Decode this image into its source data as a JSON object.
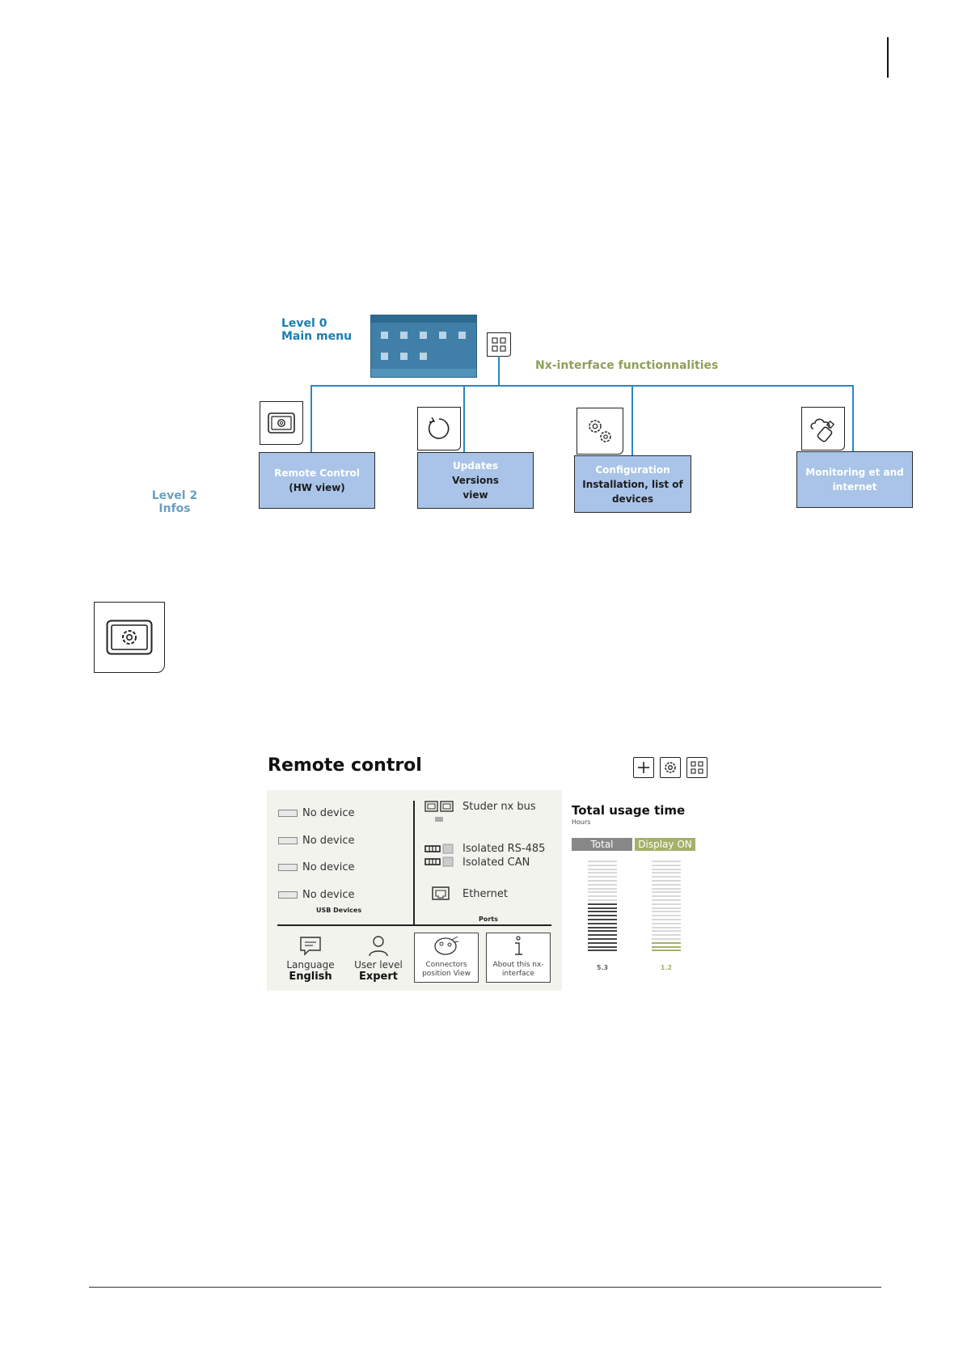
{
  "diagram": {
    "level0_line1": "Level 0",
    "level0_line2": "Main menu",
    "functions_label": "Nx-interface functionnalities",
    "level2_line1": "Level 2",
    "level2_line2": "Infos",
    "nodes": [
      {
        "line1": "Remote Control",
        "line2": "(HW view)",
        "line3": "",
        "icon": "gear-screen-icon"
      },
      {
        "line1": "Updates",
        "line2": "Versions",
        "line3": "view",
        "icon": "refresh-icon"
      },
      {
        "line1": "Configuration",
        "line2": "Installation, list of",
        "line3": "devices",
        "icon": "gears-icon"
      },
      {
        "line1": "Monitoring et and",
        "line2": "internet",
        "line3": "",
        "icon": "usb-cloud-icon"
      }
    ]
  },
  "remote_control": {
    "title": "Remote control",
    "usb_devices": [
      "No device",
      "No device",
      "No device",
      "No device"
    ],
    "usb_label": "USB Devices",
    "ports": {
      "bus": "Studer nx bus",
      "rs485": "Isolated RS-485",
      "can": "Isolated CAN",
      "ethernet": "Ethernet",
      "label": "Ports"
    },
    "language_label": "Language",
    "language_value": "English",
    "user_level_label": "User level",
    "user_level_value": "Expert",
    "connectors_line1": "Connectors",
    "connectors_line2": "position View",
    "about_line1": "About this nx-",
    "about_line2": "interface",
    "usage": {
      "title": "Total usage time",
      "unit": "Hours",
      "tab_total": "Total",
      "tab_display": "Display ON",
      "total_value": "5.3",
      "display_value": "1.2",
      "total_fraction": 0.55,
      "display_fraction": 0.12,
      "color_total": "#444444",
      "color_display": "#a6b06a"
    }
  }
}
